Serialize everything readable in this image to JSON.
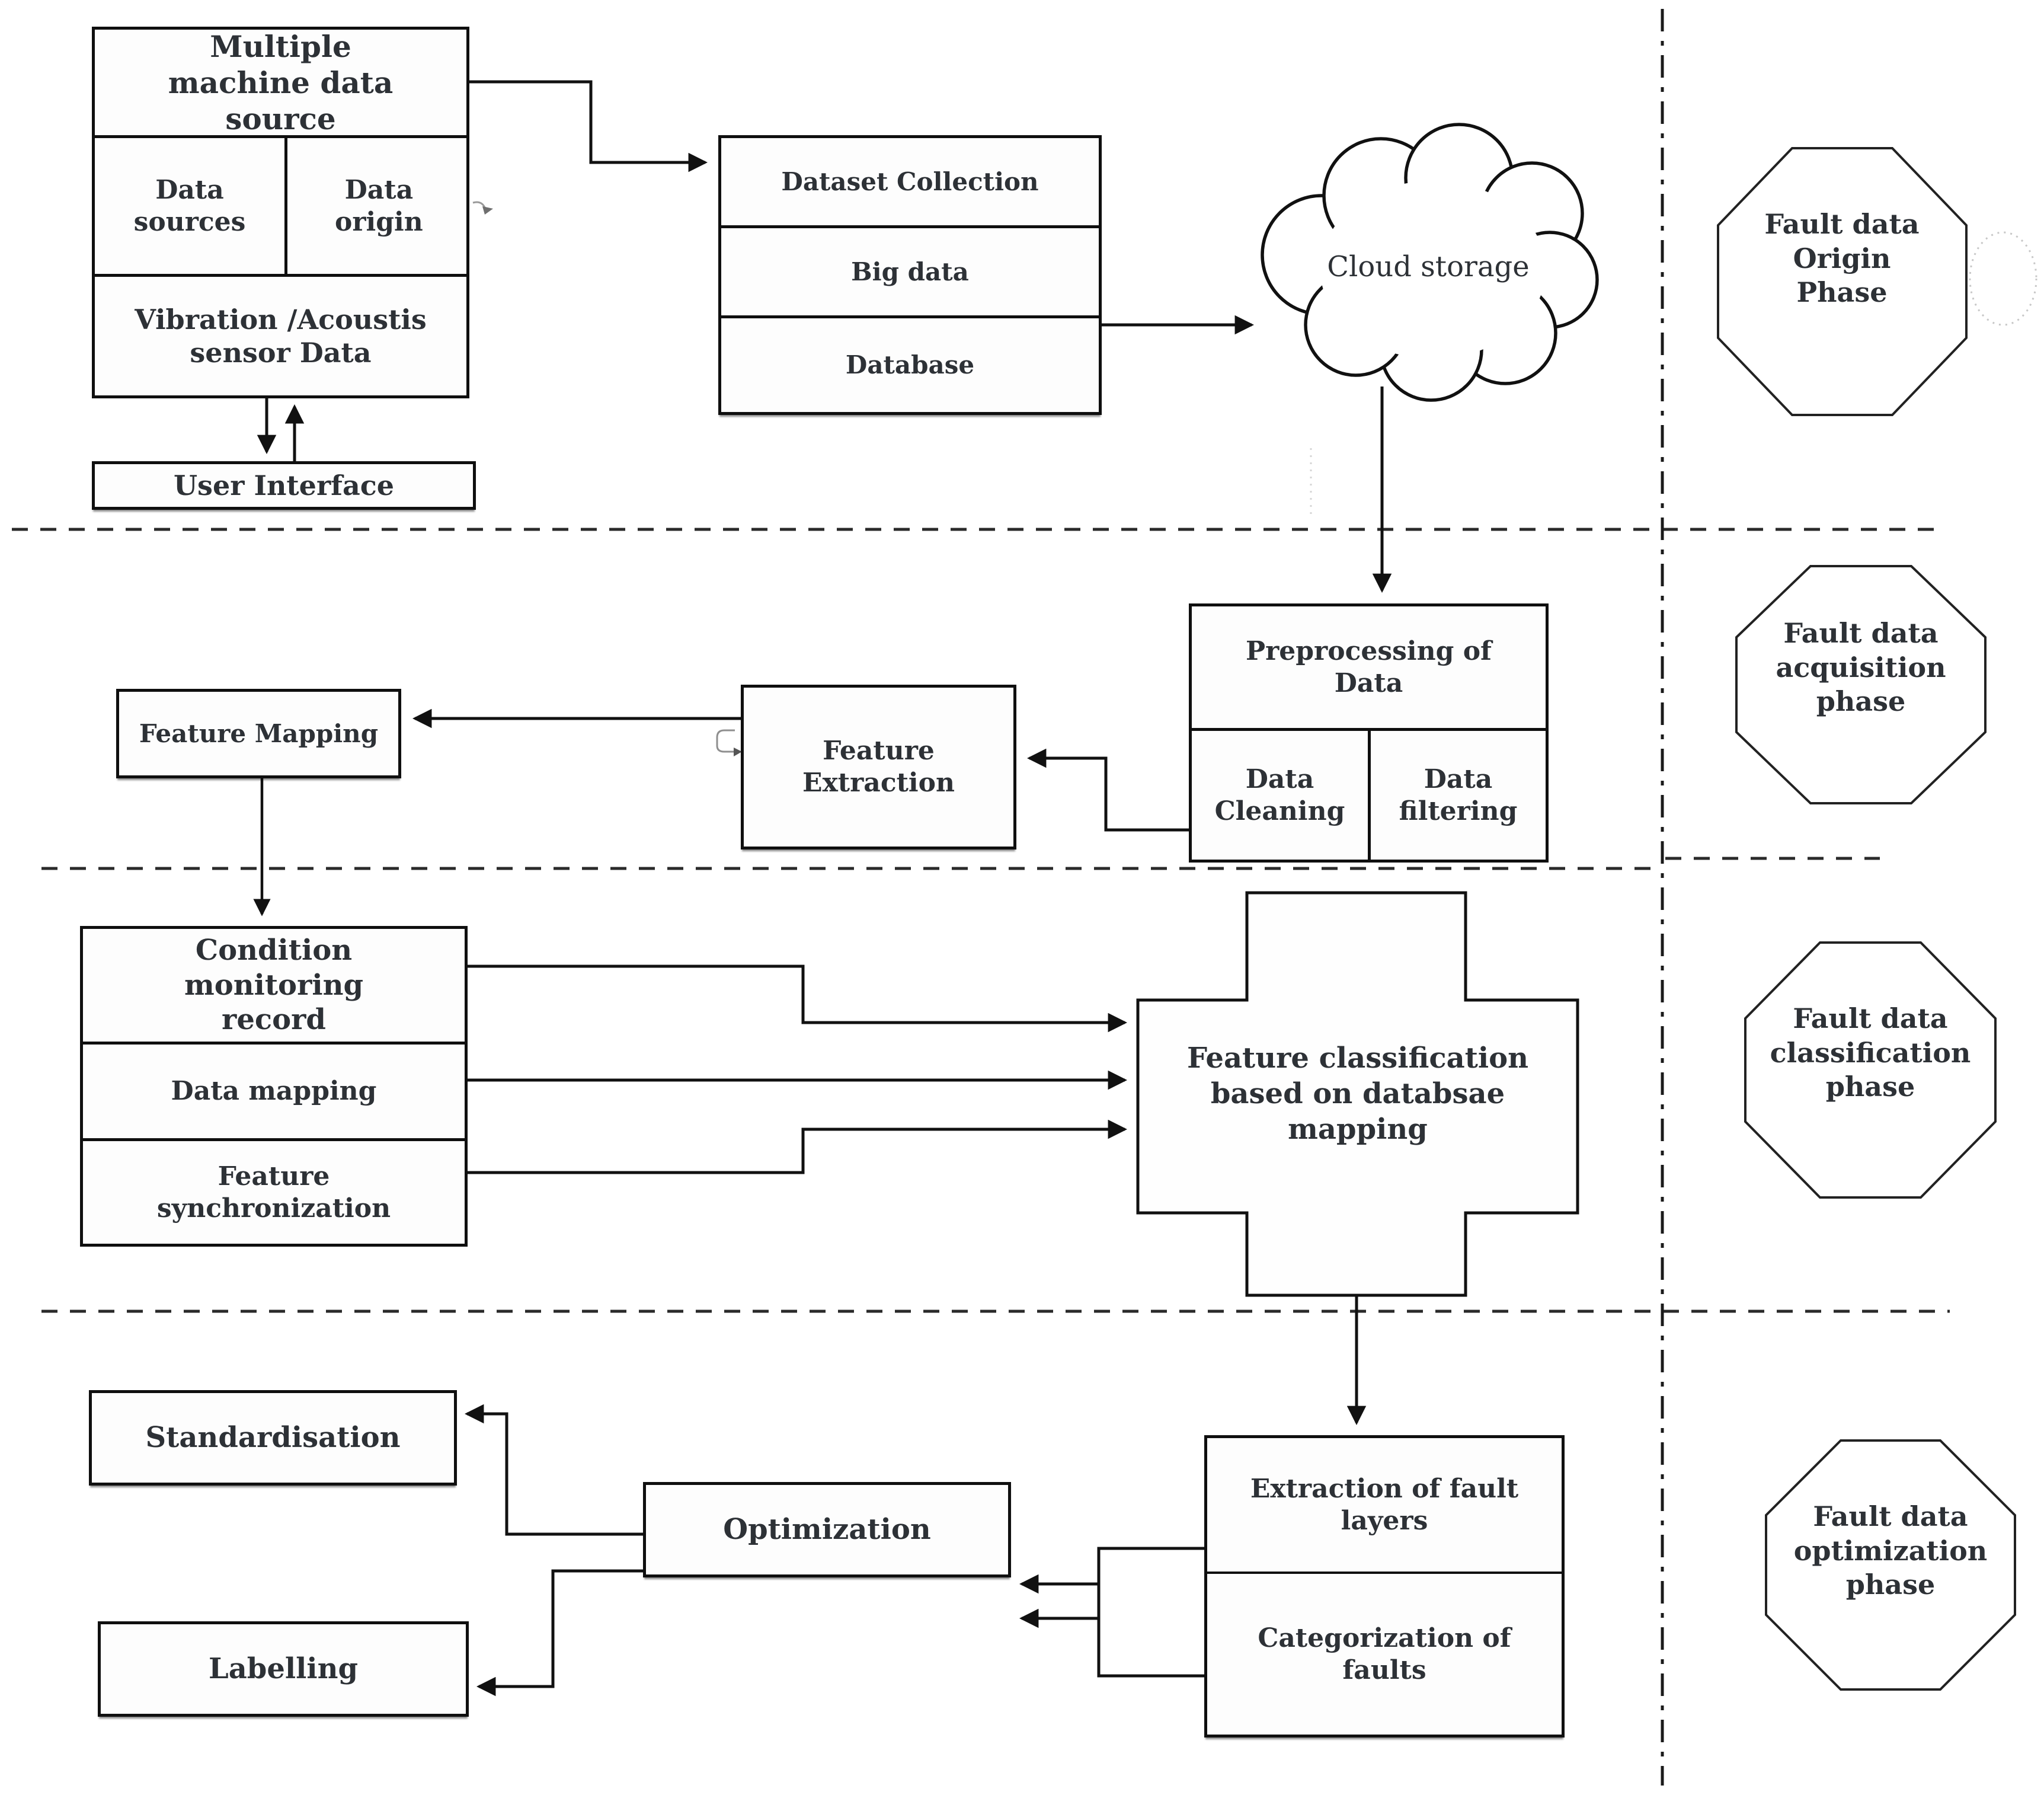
{
  "nodes": {
    "multi_header": "Multiple machine data source",
    "data_sources": "Data sources",
    "data_origin": "Data origin",
    "vibration": "Vibration /Acoustis sensor Data",
    "user_interface": "User Interface",
    "dataset_collection": "Dataset Collection",
    "big_data": "Big data",
    "database": "Database",
    "cloud_storage": "Cloud storage",
    "preprocessing": "Preprocessing of Data",
    "data_cleaning": "Data Cleaning",
    "data_filtering": "Data filtering",
    "feature_extraction": "Feature Extraction",
    "feature_mapping": "Feature Mapping",
    "condition_record": "Condition monitoring record",
    "data_mapping": "Data mapping",
    "feature_sync": "Feature synchronization",
    "feature_classification": "Feature classification based on databsae mapping",
    "extraction_layers": "Extraction of fault layers",
    "categorization": "Categorization of faults",
    "optimization": "Optimization",
    "standardisation": "Standardisation",
    "labelling": "Labelling"
  },
  "phases": [
    {
      "label": "Fault data Origin Phase"
    },
    {
      "label": "Fault data acquisition phase"
    },
    {
      "label": "Fault data classification phase"
    },
    {
      "label": "Fault data optimization phase"
    }
  ],
  "colors": {
    "ink": "#111111",
    "text": "#2d3136",
    "artifact": "#bdbdbd"
  }
}
